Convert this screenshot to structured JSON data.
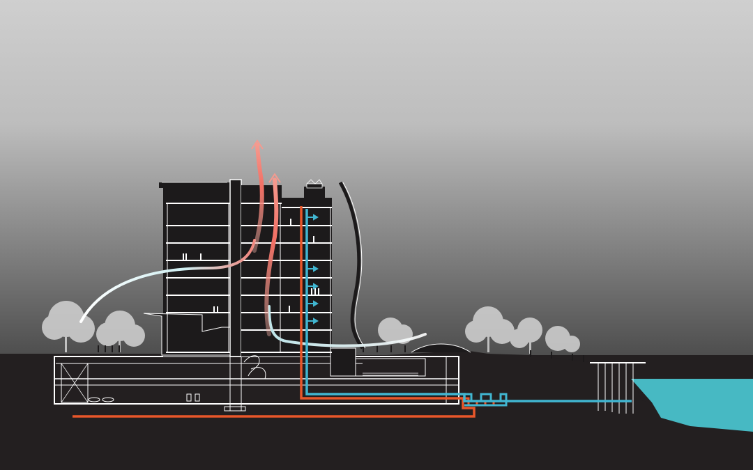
{
  "diagram": {
    "kind": "architectural-section",
    "labels": [],
    "colors": {
      "sky_top": "#cfcfcf",
      "sky_bottom": "#4e4e4e",
      "ground": "#231f20",
      "building": "#1c1a1b",
      "floor_lines": "#ffffff",
      "water": "#47b9c3",
      "warm_airflow": "#f2847b",
      "cool_airflow": "#d8f0f2",
      "hot_pipe": "#e8572a",
      "cold_pipe": "#41b6d1",
      "trees": "#d9d9d9"
    },
    "elements": [
      {
        "name": "office-tower",
        "floors": 9
      },
      {
        "name": "east-wing",
        "floors": 8
      },
      {
        "name": "curved-facade-screen"
      },
      {
        "name": "basement-levels",
        "levels": 2
      },
      {
        "name": "lake-water"
      },
      {
        "name": "pier"
      },
      {
        "name": "warm-air-exhaust-arrows",
        "count": 2
      },
      {
        "name": "cool-air-intake-arrows",
        "count": 2
      },
      {
        "name": "water-source-pipe-loop-hot"
      },
      {
        "name": "water-source-pipe-loop-cold"
      }
    ]
  }
}
